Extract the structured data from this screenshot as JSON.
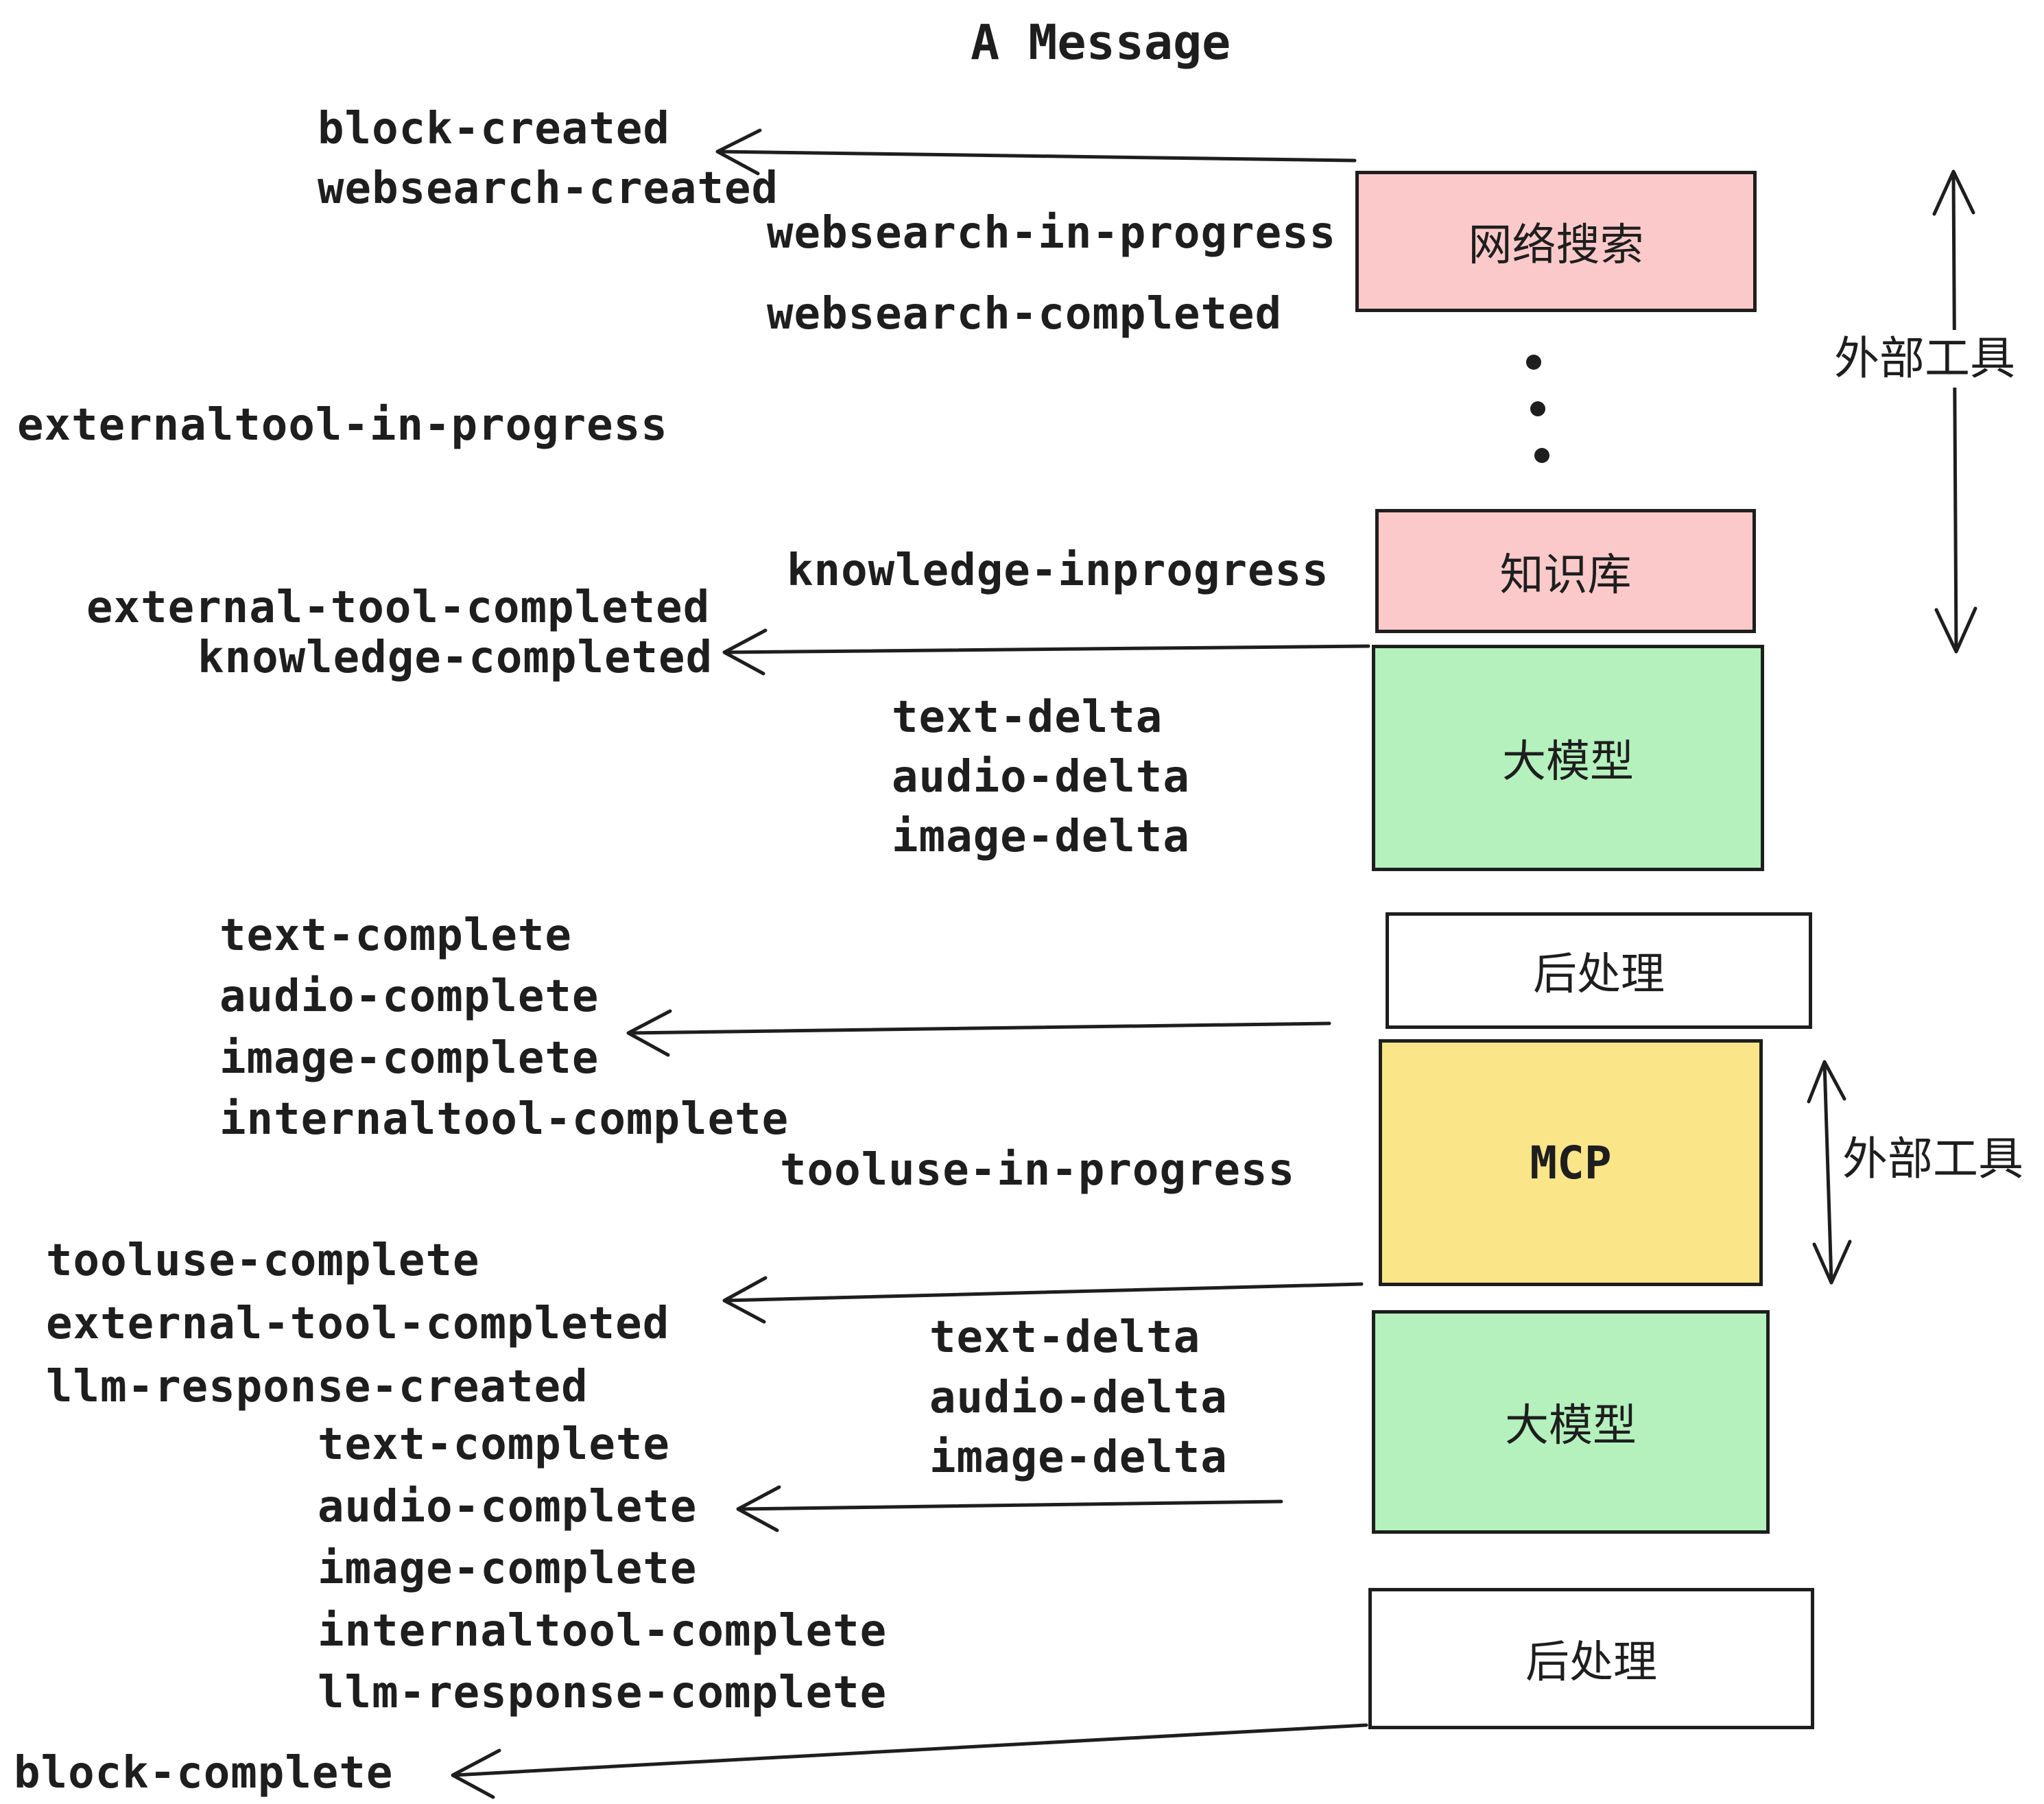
{
  "title": "A Message",
  "colors": {
    "pink": "#fbc9c9",
    "green": "#b4f1bd",
    "yellow": "#fae588",
    "white": "#ffffff",
    "ink": "#1e1e1e"
  },
  "boxes": {
    "websearch": {
      "label": "网络搜索"
    },
    "knowledge": {
      "label": "知识库"
    },
    "llm1": {
      "label": "大模型"
    },
    "post1": {
      "label": "后处理"
    },
    "mcp": {
      "label": "MCP"
    },
    "llm2": {
      "label": "大模型"
    },
    "post2": {
      "label": "后处理"
    }
  },
  "events": {
    "block_created": "block-created",
    "websearch_created": "websearch-created",
    "websearch_in_progress": "websearch-in-progress",
    "websearch_completed": "websearch-completed",
    "externaltool_in_progress": "externaltool-in-progress",
    "knowledge_inprogress": "knowledge-inprogress",
    "external_tool_completed": "external-tool-completed",
    "knowledge_completed": "knowledge-completed",
    "text_delta": "text-delta",
    "audio_delta": "audio-delta",
    "image_delta": "image-delta",
    "text_complete": "text-complete",
    "audio_complete": "audio-complete",
    "image_complete": "image-complete",
    "internaltool_complete": "internaltool-complete",
    "tooluse_in_progress": "tooluse-in-progress",
    "tooluse_complete": "tooluse-complete",
    "llm_response_created": "llm-response-created",
    "llm_response_complete": "llm-response-complete",
    "block_complete": "block-complete"
  },
  "side_labels": {
    "external_tools": "外部工具"
  }
}
